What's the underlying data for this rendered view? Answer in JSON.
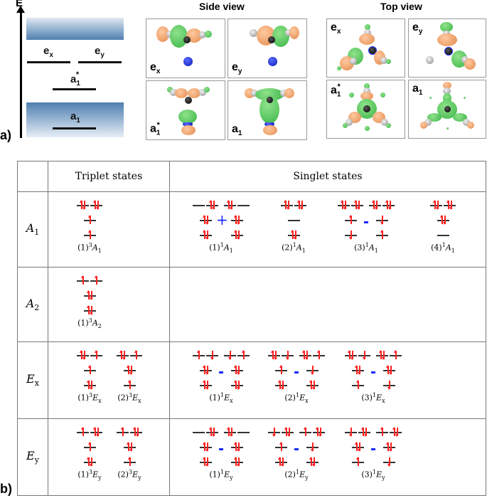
{
  "panel_a": {
    "letter": "a)",
    "energy_axis_label": "E",
    "orbital_levels": [
      {
        "name": "e",
        "sub": "x"
      },
      {
        "name": "e",
        "sub": "y"
      },
      {
        "name": "a",
        "sub": "1",
        "sup": "*"
      },
      {
        "name": "a",
        "sub": "1"
      }
    ],
    "side_view": {
      "title": "Side view",
      "panels": [
        {
          "label": "e",
          "sub": "x"
        },
        {
          "label": "e",
          "sub": "y"
        },
        {
          "label": "a",
          "sub": "1",
          "sup": "*"
        },
        {
          "label": "a",
          "sub": "1"
        }
      ]
    },
    "top_view": {
      "title": "Top view",
      "panels": [
        {
          "label": "e",
          "sub": "x"
        },
        {
          "label": "e",
          "sub": "y"
        },
        {
          "label": "a",
          "sub": "1",
          "sup": "*"
        },
        {
          "label": "a",
          "sub": "1"
        }
      ]
    },
    "colors": {
      "positive_lobe": "#3cb548",
      "negative_lobe": "#e38a4c",
      "carbon": "#000000",
      "nitrogen": "#0a18b5",
      "band": "#4f7fb0"
    }
  },
  "panel_b": {
    "letter": "b)",
    "columns": [
      "",
      "Triplet states",
      "Singlet states"
    ],
    "rows": [
      {
        "symmetry": "A",
        "symmetry_sub": "1",
        "triplets": [
          {
            "label_n": "(1)",
            "mult": "3",
            "sym": "A",
            "sub": "1",
            "config": {
              "ex": "ud",
              "ey": "ud",
              "a1s": "u",
              "a1": "u"
            }
          }
        ],
        "singlets": [
          {
            "label_n": "(1)",
            "mult": "1",
            "sym": "A",
            "sub": "1",
            "operator": "+",
            "config": [
              {
                "ex": "",
                "ey": "ud",
                "a1s": "ud",
                "a1": "ud"
              },
              {
                "ex": "ud",
                "ey": "",
                "a1s": "ud",
                "a1": "ud"
              }
            ]
          },
          {
            "label_n": "(2)",
            "mult": "1",
            "sym": "A",
            "sub": "1",
            "config": {
              "ex": "ud",
              "ey": "ud",
              "a1s": "",
              "a1": "ud"
            }
          },
          {
            "label_n": "(3)",
            "mult": "1",
            "sym": "A",
            "sub": "1",
            "operator": "-",
            "config": [
              {
                "ex": "ud",
                "ey": "ud",
                "a1s": "u",
                "a1": "d"
              },
              {
                "ex": "ud",
                "ey": "ud",
                "a1s": "d",
                "a1": "u"
              }
            ]
          },
          {
            "label_n": "(4)",
            "mult": "1",
            "sym": "A",
            "sub": "1",
            "config": {
              "ex": "ud",
              "ey": "ud",
              "a1s": "ud",
              "a1": ""
            }
          }
        ]
      },
      {
        "symmetry": "A",
        "symmetry_sub": "2",
        "triplets": [
          {
            "label_n": "(1)",
            "mult": "3",
            "sym": "A",
            "sub": "2",
            "config": {
              "ex": "u",
              "ey": "u",
              "a1s": "ud",
              "a1": "ud"
            }
          }
        ],
        "singlets": []
      },
      {
        "symmetry": "E",
        "symmetry_sub": "x",
        "triplets": [
          {
            "label_n": "(1)",
            "mult": "3",
            "sym": "E",
            "sub": "x",
            "config": {
              "ex": "ud",
              "ey": "u",
              "a1s": "u",
              "a1": "ud"
            }
          },
          {
            "label_n": "(2)",
            "mult": "3",
            "sym": "E",
            "sub": "x",
            "config": {
              "ex": "ud",
              "ey": "u",
              "a1s": "ud",
              "a1": "u"
            }
          }
        ],
        "singlets": [
          {
            "label_n": "(1)",
            "mult": "1",
            "sym": "E",
            "sub": "x",
            "operator": "-",
            "config": [
              {
                "ex": "u",
                "ey": "d",
                "a1s": "ud",
                "a1": "ud"
              },
              {
                "ex": "d",
                "ey": "u",
                "a1s": "ud",
                "a1": "ud"
              }
            ]
          },
          {
            "label_n": "(2)",
            "mult": "1",
            "sym": "E",
            "sub": "x",
            "operator": "-",
            "config": [
              {
                "ex": "ud",
                "ey": "d",
                "a1s": "u",
                "a1": "ud"
              },
              {
                "ex": "ud",
                "ey": "u",
                "a1s": "d",
                "a1": "ud"
              }
            ]
          },
          {
            "label_n": "(3)",
            "mult": "1",
            "sym": "E",
            "sub": "x",
            "operator": "-",
            "config": [
              {
                "ex": "ud",
                "ey": "d",
                "a1s": "ud",
                "a1": "u"
              },
              {
                "ex": "ud",
                "ey": "u",
                "a1s": "ud",
                "a1": "d"
              }
            ]
          }
        ]
      },
      {
        "symmetry": "E",
        "symmetry_sub": "y",
        "triplets": [
          {
            "label_n": "(1)",
            "mult": "3",
            "sym": "E",
            "sub": "y",
            "config": {
              "ex": "u",
              "ey": "ud",
              "a1s": "u",
              "a1": "ud"
            }
          },
          {
            "label_n": "(2)",
            "mult": "3",
            "sym": "E",
            "sub": "y",
            "config": {
              "ex": "u",
              "ey": "ud",
              "a1s": "ud",
              "a1": "u"
            }
          }
        ],
        "singlets": [
          {
            "label_n": "(1)",
            "mult": "1",
            "sym": "E",
            "sub": "y",
            "operator": "-",
            "config": [
              {
                "ex": "",
                "ey": "ud",
                "a1s": "ud",
                "a1": "ud"
              },
              {
                "ex": "ud",
                "ey": "",
                "a1s": "ud",
                "a1": "ud"
              }
            ]
          },
          {
            "label_n": "(2)",
            "mult": "1",
            "sym": "E",
            "sub": "y",
            "operator": "-",
            "config": [
              {
                "ex": "d",
                "ey": "ud",
                "a1s": "u",
                "a1": "ud"
              },
              {
                "ex": "u",
                "ey": "ud",
                "a1s": "d",
                "a1": "ud"
              }
            ]
          },
          {
            "label_n": "(3)",
            "mult": "1",
            "sym": "E",
            "sub": "y",
            "operator": "-",
            "config": [
              {
                "ex": "d",
                "ey": "ud",
                "a1s": "ud",
                "a1": "u"
              },
              {
                "ex": "u",
                "ey": "ud",
                "a1s": "ud",
                "a1": "d"
              }
            ]
          }
        ]
      }
    ],
    "colors": {
      "spin_arrow": "#ff2020",
      "level_line": "#333333",
      "operator": "#1a2cff",
      "grid": "#777777"
    }
  }
}
